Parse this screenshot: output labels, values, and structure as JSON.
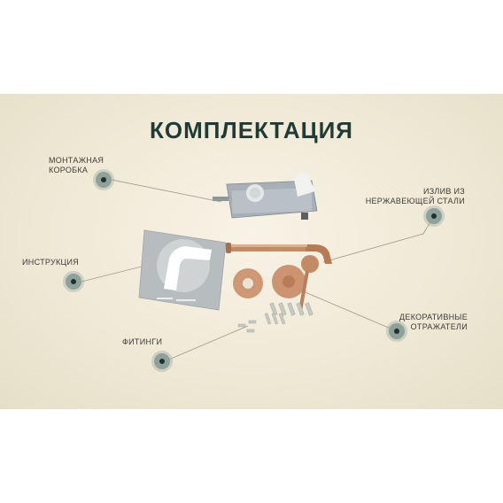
{
  "title": "КОМПЛЕКТАЦИЯ",
  "labels": {
    "box_line1": "МОНТАЖНАЯ",
    "box_line2": "КОРОБКА",
    "spout_line1": "ИЗЛИВ ИЗ",
    "spout_line2": "НЕРЖАВЕЮЩЕЙ СТАЛИ",
    "manual": "ИНСТРУКЦИЯ",
    "reflectors_line1": "ДЕКОРАТИВНЫЕ",
    "reflectors_line2": "ОТРАЖАТЕЛИ",
    "fittings": "ФИТИНГИ"
  },
  "colors": {
    "title": "#1f3b34",
    "marker": "#8fa19b",
    "copper": "#c58a62",
    "box": "#a9b2b8"
  }
}
